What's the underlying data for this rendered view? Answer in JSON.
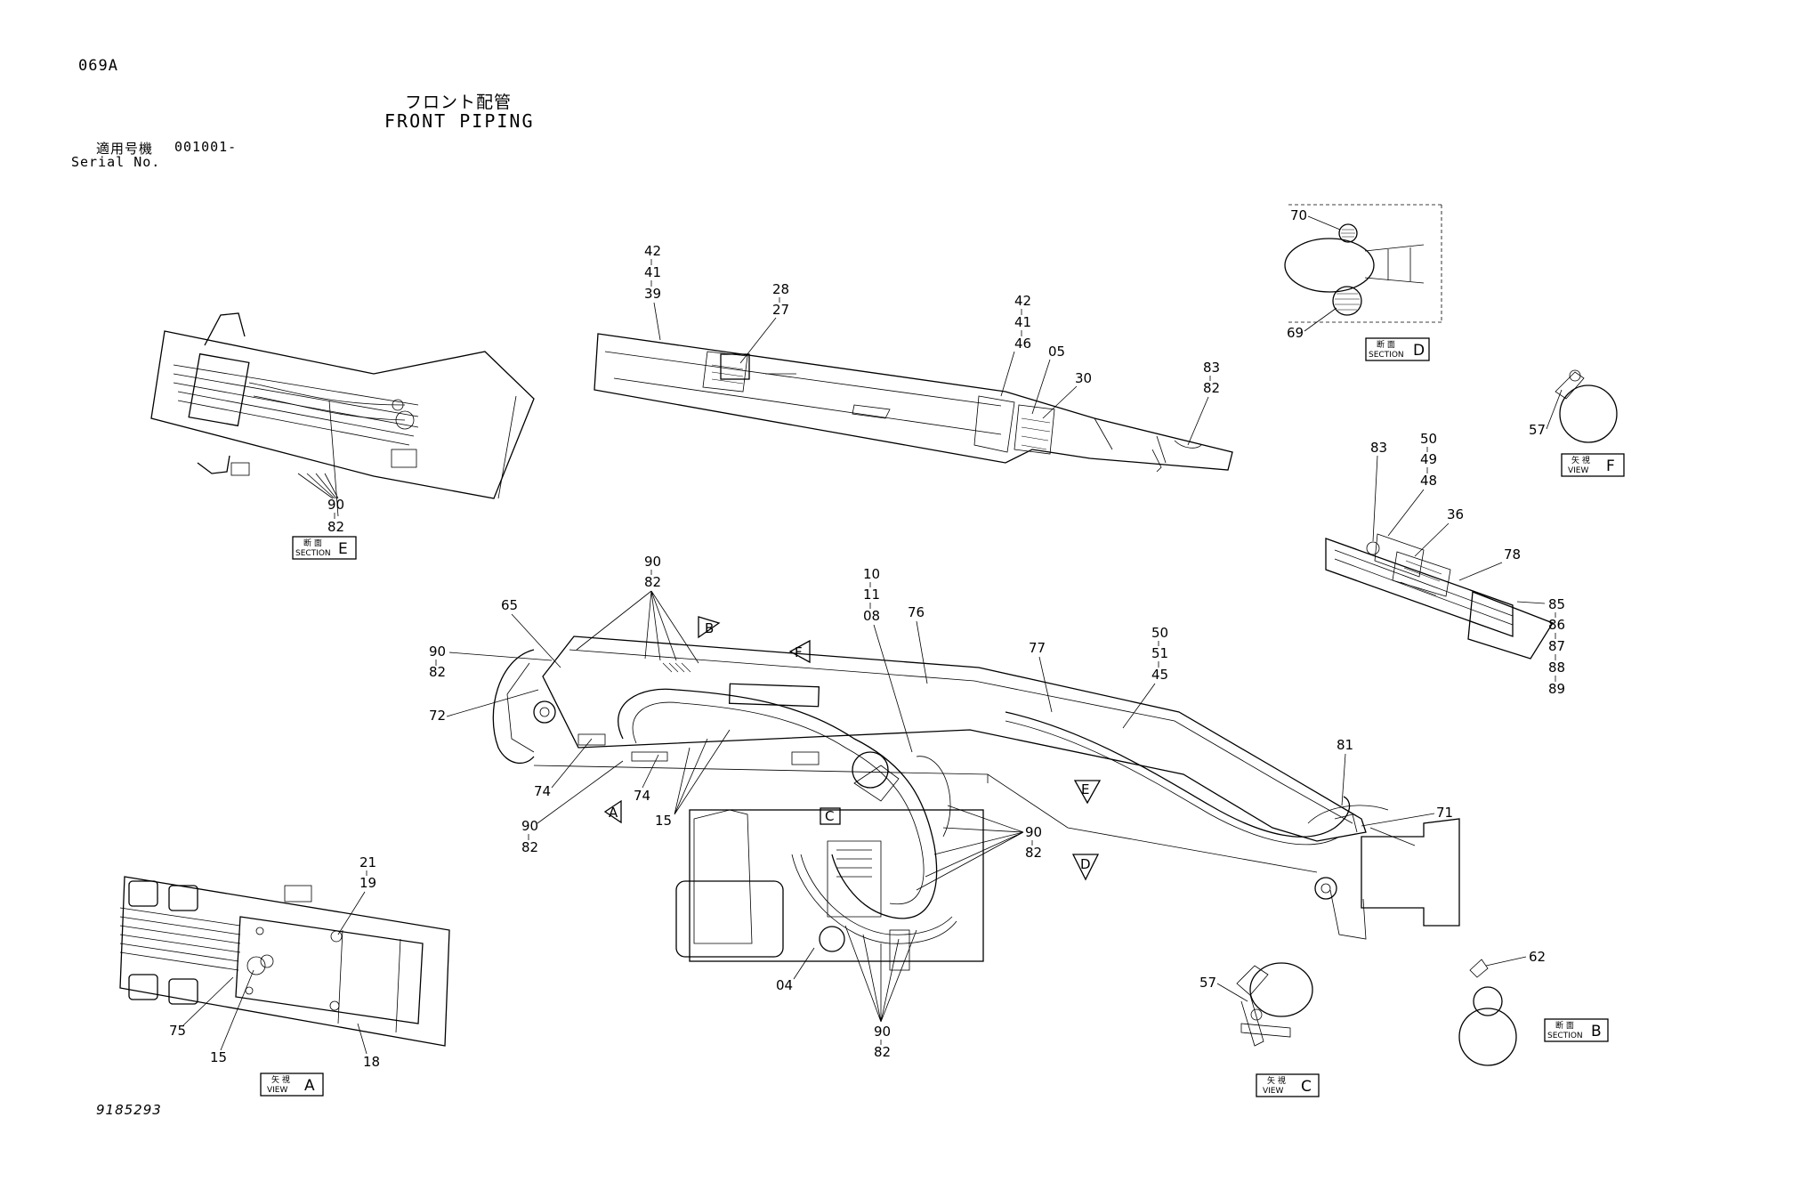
{
  "header": {
    "page_code": "069A",
    "title_jp": "フロント配管",
    "title_en": "FRONT PIPING",
    "serial_label_jp": "適用号機",
    "serial_number": "001001-",
    "serial_label_en": "Serial No."
  },
  "footer": {
    "drawing_number": "9185293"
  },
  "detail_boxes": {
    "section_e": {
      "jp": "断 面",
      "en": "SECTION",
      "letter": "E"
    },
    "section_d": {
      "jp": "断 面",
      "en": "SECTION",
      "letter": "D"
    },
    "section_b": {
      "jp": "断 面",
      "en": "SECTION",
      "letter": "B"
    },
    "view_a": {
      "jp": "矢 視",
      "en": "VIEW",
      "letter": "A"
    },
    "view_c": {
      "jp": "矢 視",
      "en": "VIEW",
      "letter": "C"
    },
    "view_f": {
      "jp": "矢 視",
      "en": "VIEW",
      "letter": "F"
    }
  },
  "arrows": {
    "a": "A",
    "b": "B",
    "c": "C",
    "d": "D",
    "e": "E",
    "f": "F"
  },
  "callouts": {
    "sec_e": [
      "90",
      "82"
    ],
    "arm_top_left": [
      "42",
      "41",
      "39"
    ],
    "arm_28_27": [
      "28",
      "27"
    ],
    "arm_mid": [
      "42",
      "41",
      "46"
    ],
    "arm_05": "05",
    "arm_30": "30",
    "arm_right": [
      "83",
      "82"
    ],
    "sec_d_70": "70",
    "sec_d_69": "69",
    "view_f_57": "57",
    "bucket_83": "83",
    "bucket_top": [
      "50",
      "49",
      "48"
    ],
    "bucket_36": "36",
    "bucket_78": "78",
    "bucket_right": [
      "85",
      "86",
      "87",
      "88",
      "89"
    ],
    "main_90_82_top": [
      "90",
      "82"
    ],
    "main_65": "65",
    "main_90_82_left": [
      "90",
      "82"
    ],
    "main_72": "72",
    "main_74_a": "74",
    "main_74_b": "74",
    "main_90_82_low": [
      "90",
      "82"
    ],
    "main_15": "15",
    "main_10_11_08": [
      "10",
      "11",
      "08"
    ],
    "main_76": "76",
    "main_77": "77",
    "main_50_51_45": [
      "50",
      "51",
      "45"
    ],
    "main_81": "81",
    "main_71": "71",
    "main_90_82_right": [
      "90",
      "82"
    ],
    "main_04": "04",
    "main_90_82_bottom": [
      "90",
      "82"
    ],
    "view_a_21_19": [
      "21",
      "19"
    ],
    "view_a_75": "75",
    "view_a_15": "15",
    "view_a_18": "18",
    "view_c_57": "57",
    "sec_b_62": "62"
  }
}
